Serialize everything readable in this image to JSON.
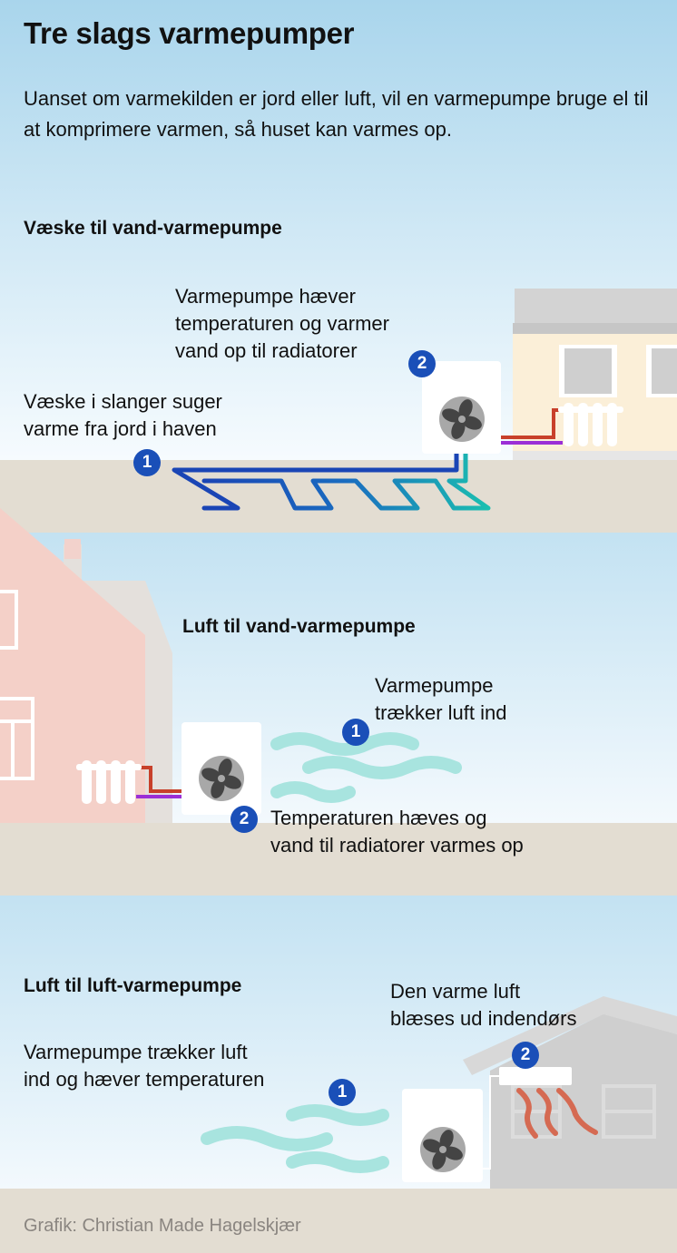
{
  "title": "Tre slags varmepumper",
  "intro": "Uanset om varmekilden er jord eller luft, vil en varmepumpe bruge el til at komprimere varmen, så huset kan varmes op.",
  "sections": [
    {
      "heading": "Væske til vand-varmepumpe",
      "labels": [
        {
          "marker": "1",
          "text_lines": [
            "Væske i slanger suger",
            "varme fra jord i haven"
          ]
        },
        {
          "marker": "2",
          "text_lines": [
            "Varmepumpe hæver",
            "temperaturen og varmer",
            "vand op til radiatorer"
          ]
        }
      ]
    },
    {
      "heading": "Luft til vand-varmepumpe",
      "labels": [
        {
          "marker": "1",
          "text_lines": [
            "Varmepumpe",
            "trækker luft ind"
          ]
        },
        {
          "marker": "2",
          "text_lines": [
            "Temperaturen hæves og",
            "vand til radiatorer varmes op"
          ]
        }
      ]
    },
    {
      "heading": "Luft til luft-varmepumpe",
      "labels": [
        {
          "marker": "1",
          "text_lines": [
            "Varmepumpe trækker luft",
            "ind og hæver temperaturen"
          ]
        },
        {
          "marker": "2",
          "text_lines": [
            "Den varme luft",
            "blæses ud indendørs"
          ]
        }
      ]
    }
  ],
  "credit": "Grafik: Christian Made Hagelskjær",
  "colors": {
    "marker": "#1a4fb8",
    "ground": "#e3ddd2",
    "sky": "#aad6ec",
    "hot_pipe": "#c8402a",
    "cold_pipe": "#9b2fd6",
    "air": "#a8e4df"
  }
}
